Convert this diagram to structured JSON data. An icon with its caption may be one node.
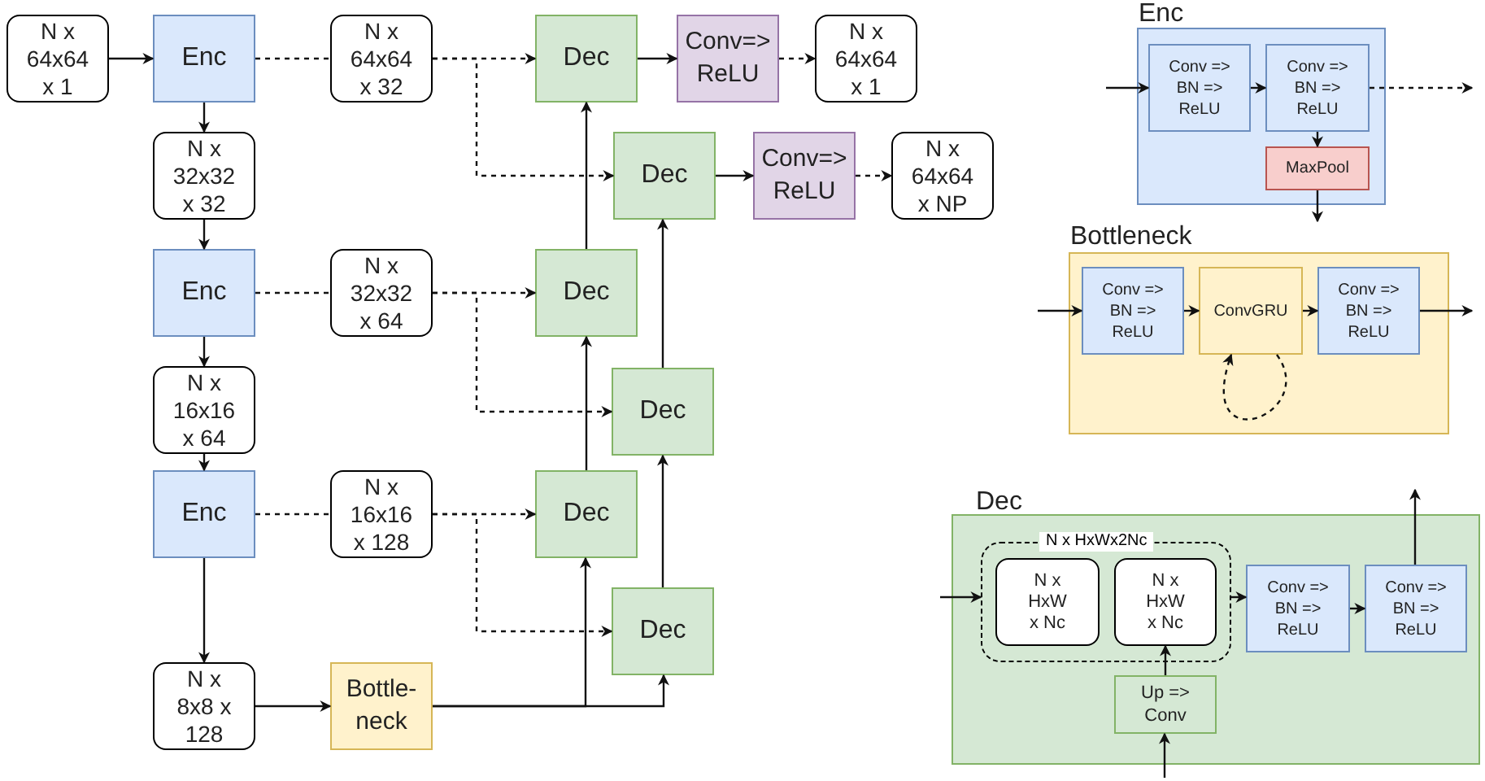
{
  "diagram": {
    "nodes": [
      {
        "text": [
          "N x 64x64 x 1"
        ]
      },
      {
        "text": [
          "Enc"
        ]
      },
      {
        "text": [
          "N x 64x64 x 32"
        ]
      },
      {
        "text": [
          "Dec"
        ]
      },
      {
        "text": [
          "Conv=> ReLU"
        ]
      },
      {
        "text": [
          "N x 64x64 x 1"
        ]
      },
      {
        "text": [
          "N x 32x32 x 32"
        ]
      },
      {
        "text": [
          "Dec"
        ]
      },
      {
        "text": [
          "Conv=> ReLU"
        ]
      },
      {
        "text": [
          "N x 64x64 x NP"
        ]
      },
      {
        "text": [
          "Enc"
        ]
      },
      {
        "text": [
          "N x 32x32 x 64"
        ]
      },
      {
        "text": [
          "Dec"
        ]
      },
      {
        "text": [
          "N x 16x16 x 64"
        ]
      },
      {
        "text": [
          "Dec"
        ]
      },
      {
        "text": [
          "Enc"
        ]
      },
      {
        "text": [
          "N x 16x16 x 128"
        ]
      },
      {
        "text": [
          "Dec"
        ]
      },
      {
        "text": [
          "Dec"
        ]
      },
      {
        "text": [
          "N x 8x8 x 128"
        ]
      },
      {
        "text": [
          "Bottle- neck"
        ]
      },
      {
        "text": [
          "Enc"
        ]
      },
      {
        "text": [
          "Conv => BN => ReLU"
        ],
        "in": 21
      },
      {
        "text": [
          "Conv => BN => ReLU"
        ],
        "in": 21
      },
      {
        "text": [
          "MaxPool"
        ],
        "in": 21
      },
      {
        "text": [
          "Bottleneck"
        ]
      },
      {
        "text": [
          "Conv => BN => ReLU"
        ],
        "in": 25
      },
      {
        "text": [
          "ConvGRU"
        ],
        "in": 25
      },
      {
        "text": [
          "Conv => BN => ReLU"
        ],
        "in": 25
      },
      {
        "text": [
          "Dec"
        ]
      },
      {
        "text": [
          "N x HxWx2Nc"
        ],
        "in": 29
      },
      {
        "text": [
          "N x HxW x Nc"
        ],
        "in": 30
      },
      {
        "text": [
          "N x HxW x Nc"
        ],
        "in": 30
      },
      {
        "text": [
          "Conv => BN => ReLU"
        ],
        "in": 29
      },
      {
        "text": [
          "Conv => BN => ReLU"
        ],
        "in": 29
      },
      {
        "text": [
          "Up => Conv"
        ],
        "in": 29
      }
    ],
    "edges": [
      {
        "from": 0,
        "to": 1,
        "arrow": "to"
      },
      {
        "from": 1,
        "to": 2,
        "arrow": "none",
        "style": "dashed"
      },
      {
        "from": 2,
        "to": 3,
        "arrow": "to",
        "style": "dashed"
      },
      {
        "from": 2,
        "to": 7,
        "arrow": "to",
        "style": "dashed"
      },
      {
        "from": 3,
        "to": 4,
        "arrow": "to"
      },
      {
        "from": 4,
        "to": 5,
        "arrow": "to",
        "style": "dashed"
      },
      {
        "from": 7,
        "to": 8,
        "arrow": "to"
      },
      {
        "from": 8,
        "to": 9,
        "arrow": "to",
        "style": "dashed"
      },
      {
        "from": 1,
        "to": 6,
        "arrow": "to"
      },
      {
        "from": 6,
        "to": 10,
        "arrow": "to"
      },
      {
        "from": 10,
        "to": 11,
        "arrow": "none",
        "style": "dashed"
      },
      {
        "from": 11,
        "to": 12,
        "arrow": "to",
        "style": "dashed"
      },
      {
        "from": 11,
        "to": 14,
        "arrow": "to",
        "style": "dashed"
      },
      {
        "from": 10,
        "to": 13,
        "arrow": "to"
      },
      {
        "from": 13,
        "to": 15,
        "arrow": "to"
      },
      {
        "from": 15,
        "to": 16,
        "arrow": "none",
        "style": "dashed"
      },
      {
        "from": 16,
        "to": 17,
        "arrow": "to",
        "style": "dashed"
      },
      {
        "from": 16,
        "to": 18,
        "arrow": "to",
        "style": "dashed"
      },
      {
        "from": 15,
        "to": 19,
        "arrow": "to"
      },
      {
        "from": 19,
        "to": 20,
        "arrow": "to"
      },
      {
        "from": 20,
        "to": 17,
        "arrow": "to"
      },
      {
        "from": 20,
        "to": 18,
        "arrow": "to"
      },
      {
        "from": 12,
        "to": 3,
        "arrow": "to"
      },
      {
        "from": 14,
        "to": 7,
        "arrow": "to"
      },
      {
        "from": 17,
        "to": 12,
        "arrow": "to"
      },
      {
        "from": 18,
        "to": 14,
        "arrow": "to"
      },
      {
        "from": null,
        "to": 22,
        "arrow": "to"
      },
      {
        "from": 22,
        "to": 23,
        "arrow": "to"
      },
      {
        "from": 23,
        "to": null,
        "arrow": "to",
        "style": "dashed"
      },
      {
        "from": 23,
        "to": 24,
        "arrow": "to"
      },
      {
        "from": 24,
        "to": null,
        "arrow": "to"
      },
      {
        "from": null,
        "to": 26,
        "arrow": "to"
      },
      {
        "from": 26,
        "to": 27,
        "arrow": "to"
      },
      {
        "from": 27,
        "to": 28,
        "arrow": "to"
      },
      {
        "from": 28,
        "to": null,
        "arrow": "to"
      },
      {
        "from": 27,
        "to": 27,
        "arrow": "to",
        "style": "dashed"
      },
      {
        "from": null,
        "to": 30,
        "arrow": "to"
      },
      {
        "from": 30,
        "to": 33,
        "arrow": "to"
      },
      {
        "from": 33,
        "to": 34,
        "arrow": "to"
      },
      {
        "from": 34,
        "to": null,
        "arrow": "to"
      },
      {
        "from": 35,
        "to": 32,
        "arrow": "to"
      },
      {
        "from": null,
        "to": 35,
        "arrow": "to"
      }
    ]
  }
}
